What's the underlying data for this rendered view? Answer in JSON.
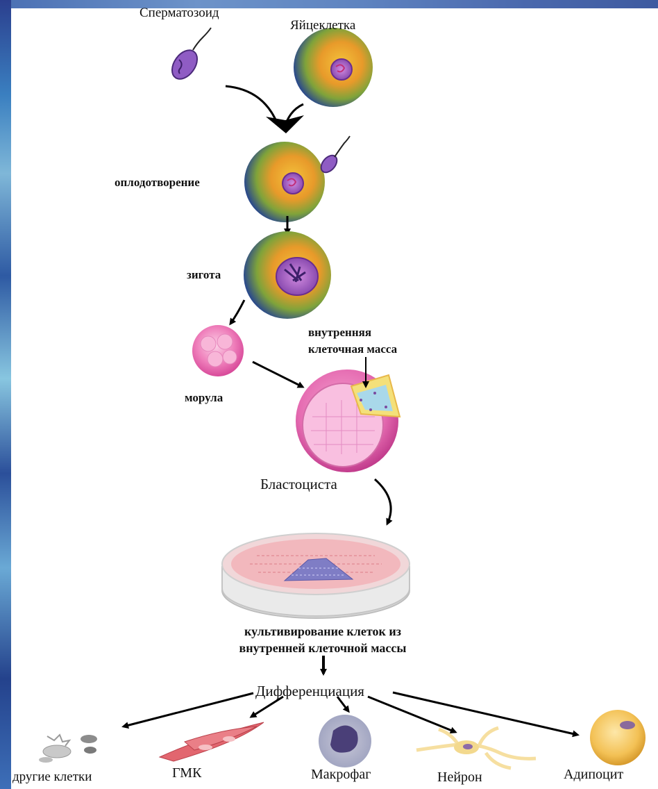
{
  "labels": {
    "sperm": "Сперматозоид",
    "egg": "Яйцеклетка",
    "fertilization": "оплодотворение",
    "zygote": "зигота",
    "inner_mass_line1": "внутренняя",
    "inner_mass_line2": "клеточная масса",
    "morula": "морула",
    "blastocyst": "Бластоциста",
    "culture_line1": "культивирование клеток из",
    "culture_line2": "внутренней клеточной массы",
    "differentiation": "Дифференциация"
  },
  "outcomes": [
    "другие клетки",
    "ГМК",
    "Макрофаг",
    "Нейрон",
    "Адипоцит"
  ]
}
